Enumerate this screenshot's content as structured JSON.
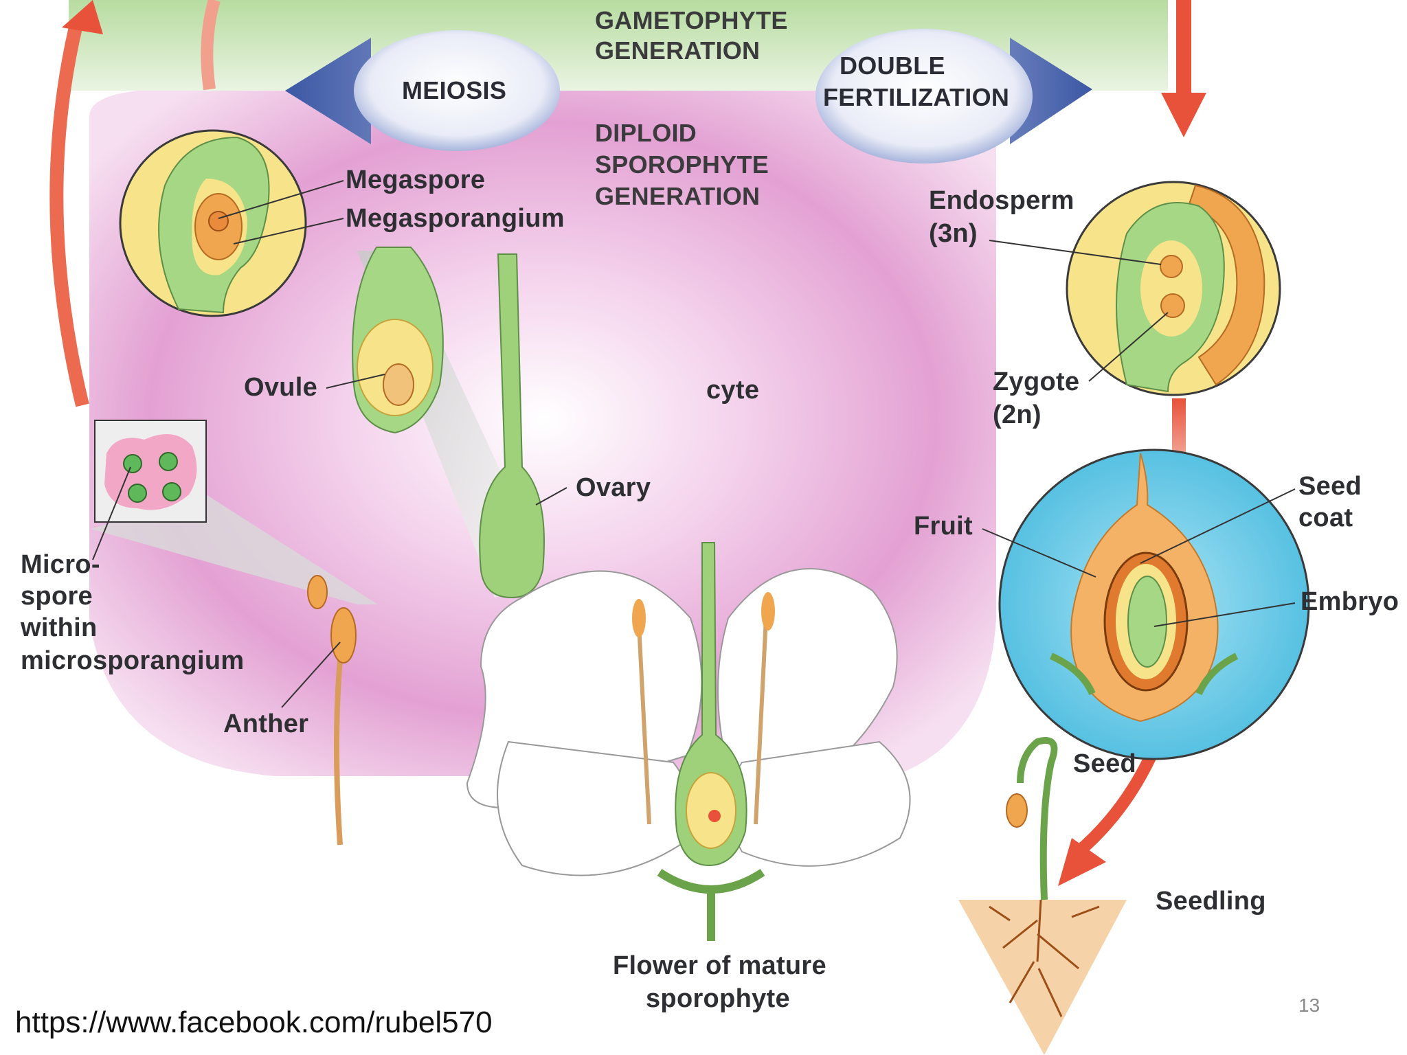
{
  "header": {
    "gametophyte_line1": "GAMETOPHYTE",
    "gametophyte_line2": "GENERATION",
    "sporophyte_line1": "DIPLOID",
    "sporophyte_line2": "SPOROPHYTE",
    "sporophyte_line3": "GENERATION"
  },
  "arrows": {
    "meiosis": "MEIOSIS",
    "fertilization_line1": "DOUBLE",
    "fertilization_line2": "FERTILIZATION"
  },
  "labels": {
    "megaspore": "Megaspore",
    "megasporangium": "Megasporangium",
    "ovule": "Ovule",
    "ovary": "Ovary",
    "center": "cyte",
    "microspore_line1": "Micro-",
    "microspore_line2": "spore",
    "microspore_line3": "within",
    "microspore_line4": "microsporangium",
    "anther": "Anther",
    "endosperm_line1": "Endosperm",
    "endosperm_line2": "(3n)",
    "zygote_line1": "Zygote",
    "zygote_line2": "(2n)",
    "seed_coat_line1": "Seed",
    "seed_coat_line2": "coat",
    "fruit": "Fruit",
    "embryo": "Embryo",
    "seed": "Seed",
    "seedling": "Seedling",
    "flower_line1": "Flower of mature",
    "flower_line2": "sporophyte"
  },
  "footer": {
    "source_url": "https://www.facebook.com/rubel570",
    "page_number": "13"
  },
  "colors": {
    "gametophyte_band": "#c9e3b4",
    "sporophyte_field": "#e7a6d7",
    "cycle_arrow": "#e8523a",
    "blue_arrow": "#4a62a8",
    "circle_yellow": "#f7e38a",
    "seed_circle_blue": "#7fd3ec",
    "green_tissue": "#9fd07a",
    "orange_tissue": "#f0a54f"
  }
}
